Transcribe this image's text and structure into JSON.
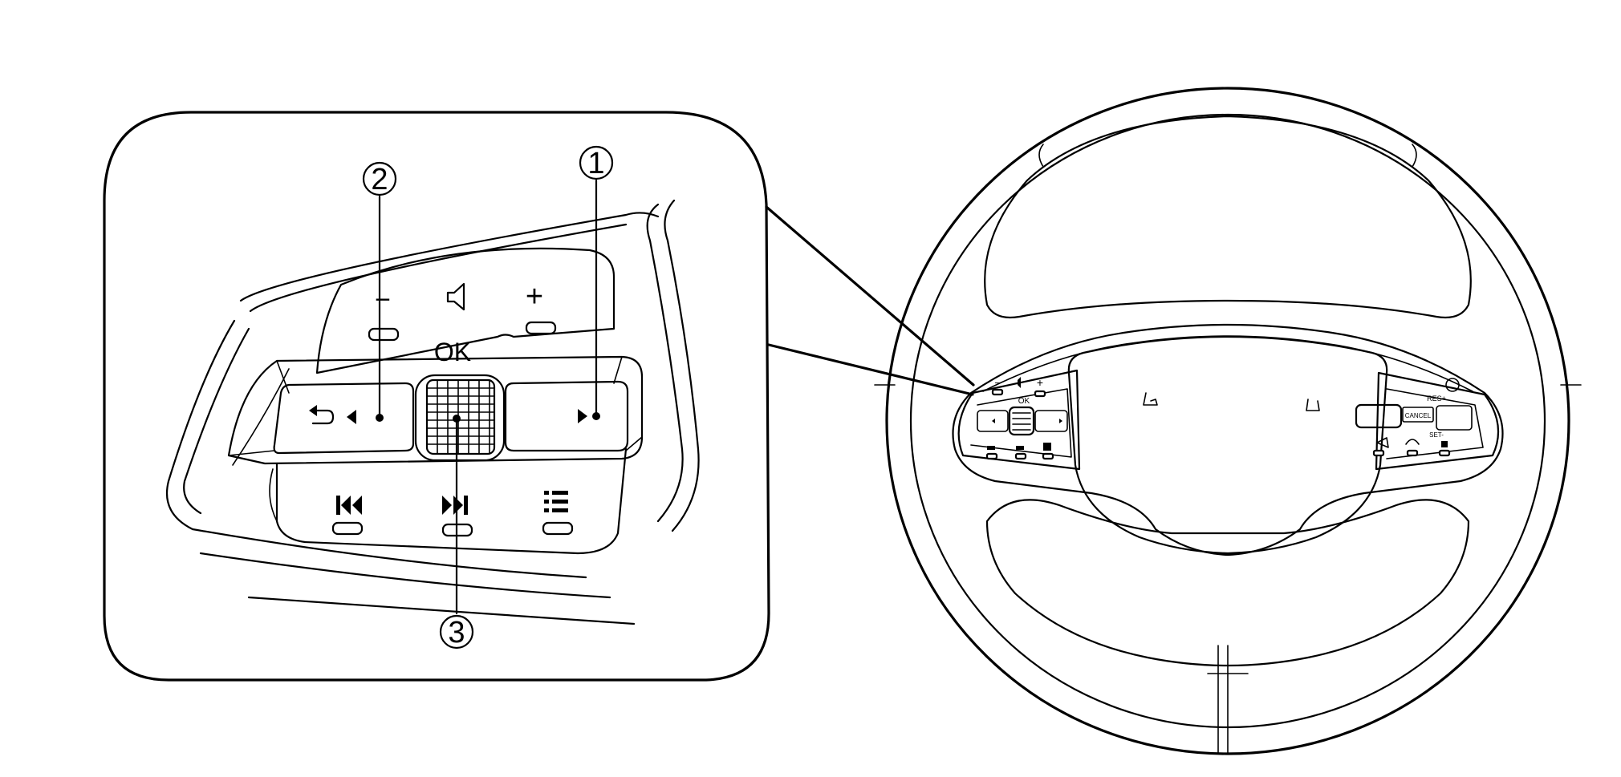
{
  "zoom_panel": {
    "ok_label": "OK",
    "volume_minus": "−",
    "volume_plus": "+",
    "callouts": [
      {
        "num": "1",
        "target": "right-arrow-button"
      },
      {
        "num": "2",
        "target": "back-left-button"
      },
      {
        "num": "3",
        "target": "center-dial"
      }
    ]
  },
  "wheel": {
    "ok_label": "OK",
    "minus": "−",
    "plus": "+",
    "res": "RES+",
    "cancel": "CANCEL",
    "set": "SET-"
  }
}
